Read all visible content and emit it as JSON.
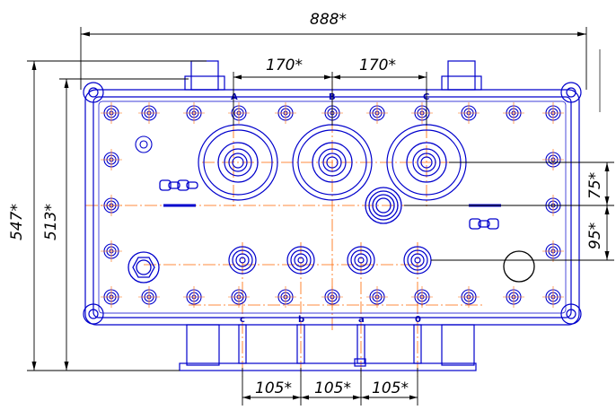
{
  "dimensions": {
    "overall_width": "888*",
    "overall_height": "547*",
    "frame_height": "513*",
    "hv_pitch_left": "170*",
    "hv_pitch_right": "170*",
    "hv_to_neutral": "75*",
    "neutral_to_lv": "95*",
    "lv_pitch_1": "105*",
    "lv_pitch_2": "105*",
    "lv_pitch_3": "105*"
  },
  "terminal_marks": {
    "hv": [
      "A",
      "B",
      "C"
    ],
    "lv": [
      "c",
      "b",
      "a",
      "0"
    ]
  },
  "colors": {
    "outline": "#0000cc",
    "centerline": "#ff6600",
    "dimension": "#000000"
  }
}
